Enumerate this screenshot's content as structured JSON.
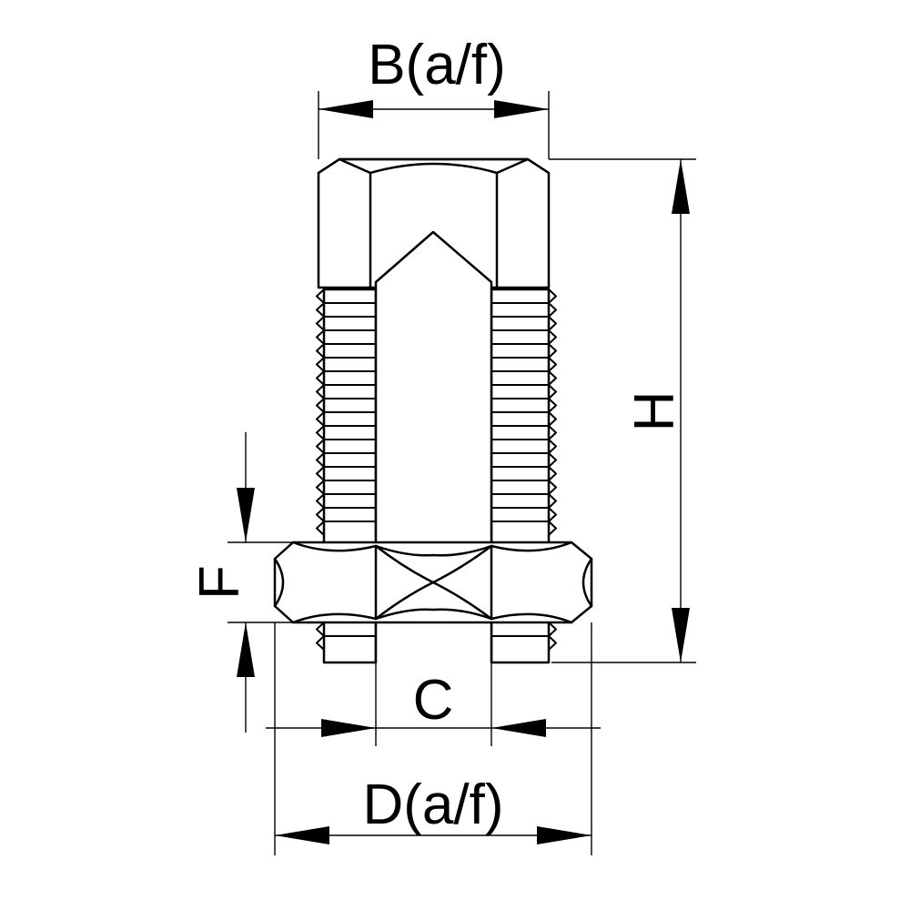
{
  "drawing": {
    "labels": {
      "b": "B(a/f)",
      "h": "H",
      "f": "F",
      "c": "C",
      "d": "D(a/f)"
    }
  }
}
